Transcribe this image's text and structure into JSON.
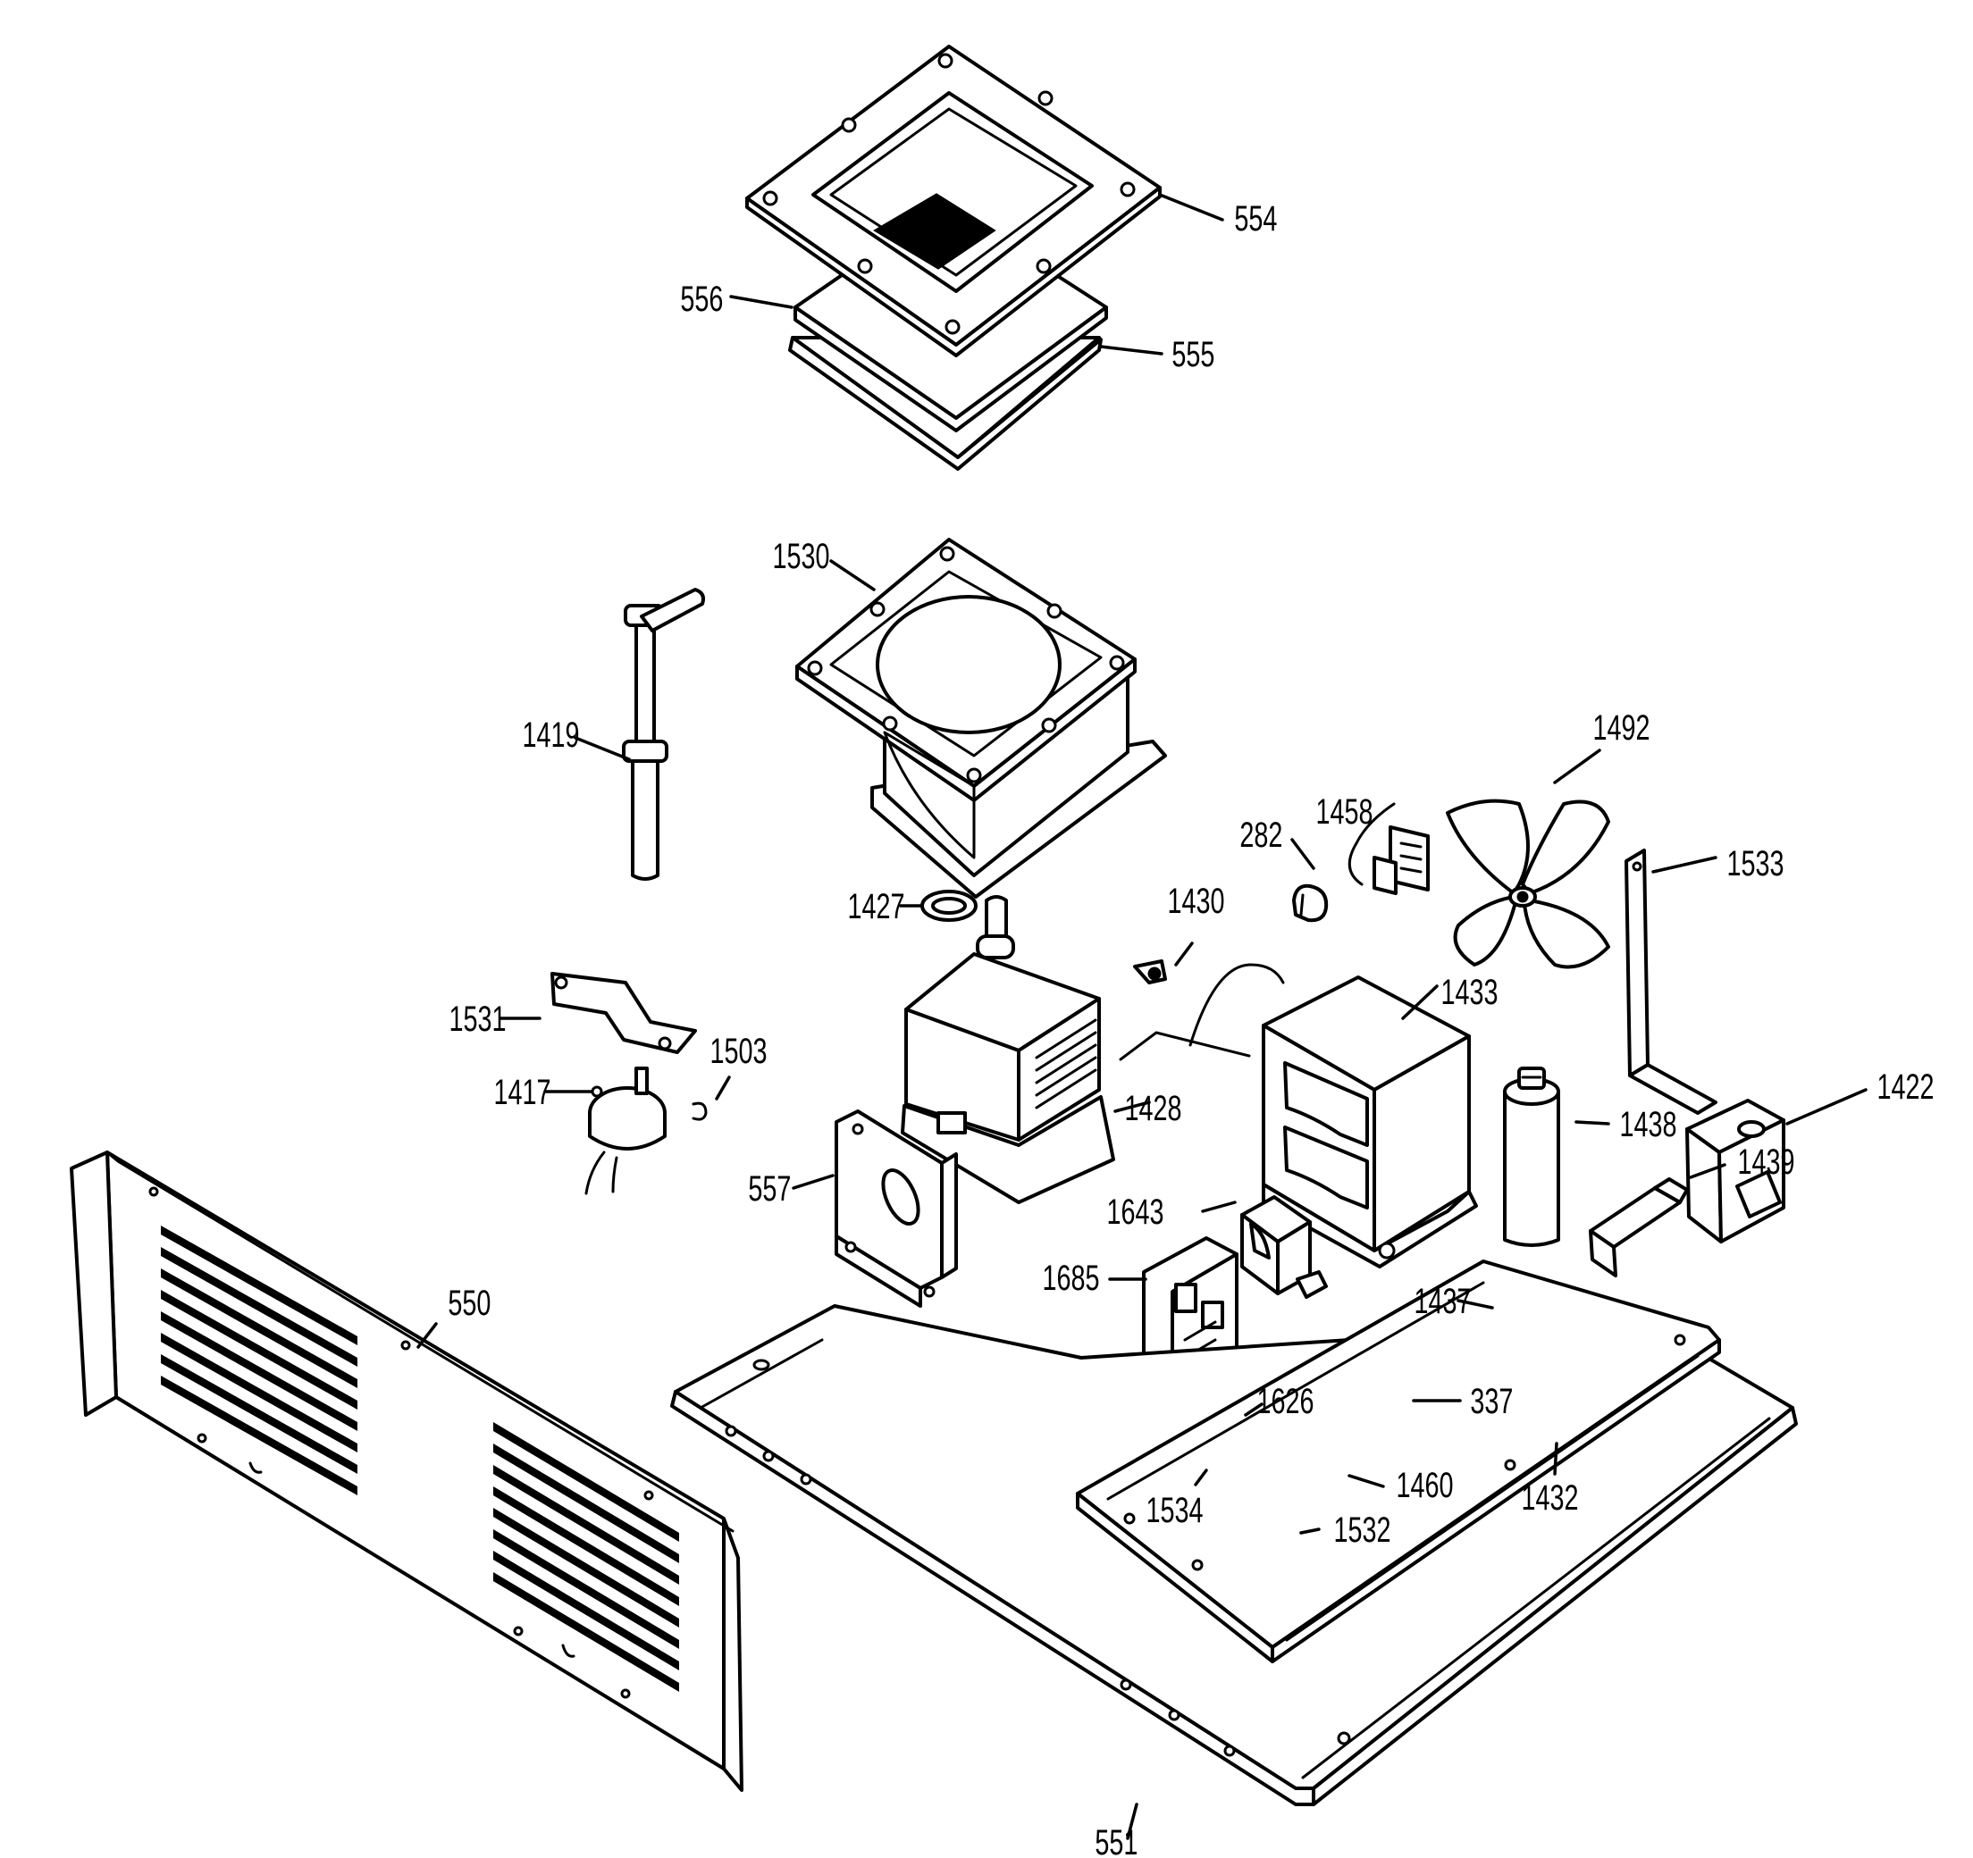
{
  "labels": {
    "l554": "554",
    "l556": "556",
    "l555": "555",
    "l1530": "1530",
    "l1419": "1419",
    "l1492": "1492",
    "l1458": "1458",
    "l282": "282",
    "l1533": "1533",
    "l1427": "1427",
    "l1430": "1430",
    "l1531": "1531",
    "l1433": "1433",
    "l1422": "1422",
    "l1503": "1503",
    "l1417": "1417",
    "l1428": "1428",
    "l1438": "1438",
    "l1439": "1439",
    "l557": "557",
    "l1643": "1643",
    "l550": "550",
    "l1685": "1685",
    "l1437": "1437",
    "l337": "337",
    "l1626": "1626",
    "l1460": "1460",
    "l1432": "1432",
    "l1534": "1534",
    "l1532": "1532",
    "l551": "551"
  }
}
